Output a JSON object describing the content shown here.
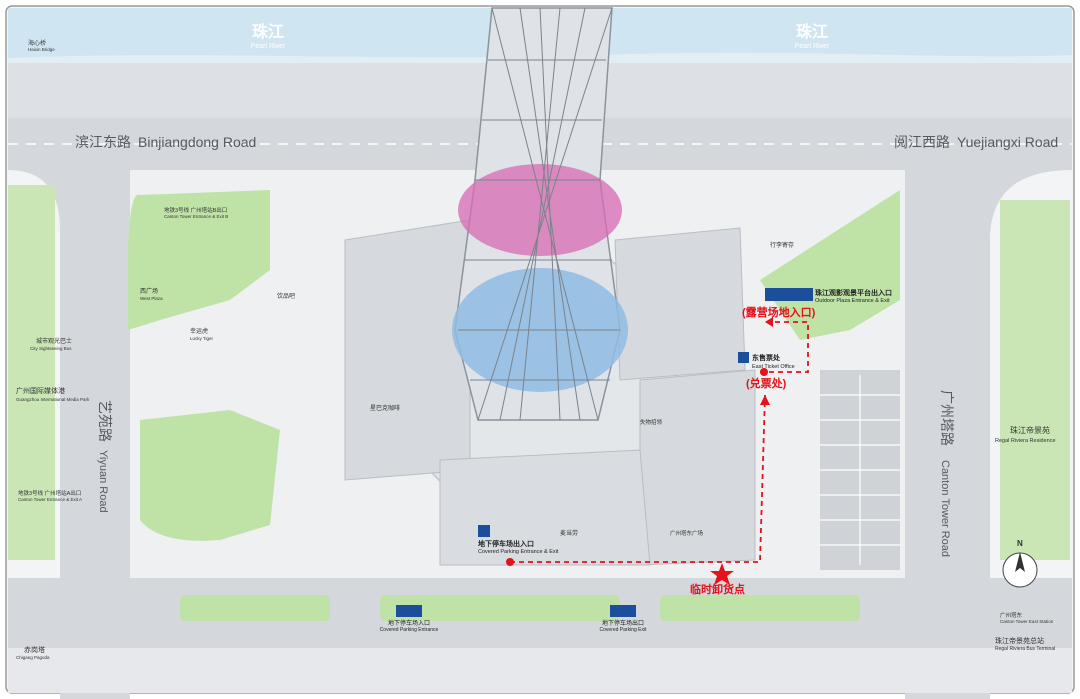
{
  "colors": {
    "river": "#cfe6f2",
    "road": "#d4d8dc",
    "plaza": "#eef0f2",
    "green": "#bfe3a6",
    "route": "#e3121b",
    "brand_teal": "#3aa7b5",
    "roof": "#cfd3d8"
  },
  "labels": {
    "river_left": {
      "zh": "珠江",
      "en": "Pearl River"
    },
    "river_right": {
      "zh": "珠江",
      "en": "Pearl River"
    },
    "road_left_top": {
      "zh": "滨江东路",
      "en": "Binjiangdong Road"
    },
    "road_right_top": {
      "zh": "阅江西路",
      "en": "Yuejiangxi Road"
    },
    "road_left_vertical": {
      "zh": "艺苑路",
      "en": "Yiyuan Road"
    },
    "road_right_vertical": {
      "zh": "广州塔路",
      "en": "Canton Tower Road"
    },
    "camping_gate": "(露营场地入口)",
    "ticket_redemption": "(兑票处)",
    "temp_loading": "临时卸货点",
    "east_ticket_office": {
      "zh": "东售票处",
      "en": "East Ticket Office"
    },
    "outdoor_plaza_entrance": {
      "zh": "珠江观影观景平台出入口",
      "en": "Outdoor Plaza Entrance & Exit"
    },
    "covered_parking": {
      "zh": "地下停车场出入口",
      "en": "Covered Parking Entrance & Exit"
    },
    "parking_entrance": {
      "zh": "地下停车场入口",
      "en": "Covered Parking Entrance"
    },
    "parking_exit": {
      "zh": "地下停车场出口",
      "en": "Covered Parking Exit"
    },
    "regal_riviera_residence": {
      "zh": "珠江帝景苑",
      "en": "Regal Riviera Residence"
    },
    "regal_riviera_bus": {
      "zh": "珠江帝景苑总站",
      "en": "Regal Riviera Bus Terminal"
    },
    "guangzhou_tower_east_station": {
      "zh": "广州塔东",
      "en": "Canton Tower East Station"
    },
    "media_park": {
      "zh": "广州国际媒体港",
      "en": "Guangzhou International Media Park"
    },
    "chigang_pagoda": {
      "zh": "赤岗塔",
      "en": "Chigang Pagoda"
    },
    "city_sightseeing_bus": {
      "zh": "城市观光巴士",
      "en": "City Sightseeing Bus"
    },
    "west_plaza": {
      "zh": "西广场",
      "en": "West Plaza"
    },
    "lucky_tiger": {
      "zh": "幸运虎",
      "en": "Lucky Tiger"
    },
    "haixin_bridge": {
      "zh": "海心桥",
      "en": "Haixin Bridge"
    },
    "canton_tower_entrance_b": {
      "zh": "地铁3号线 广州塔站B出口",
      "en": "Canton Tower Entrance & Exit B"
    },
    "canton_tower_entrance_a": {
      "zh": "地铁3号线 广州塔站A出口",
      "en": "Canton Tower Entrance & Exit A"
    },
    "drinking_bar": "饮品吧",
    "starbucks": "星巴克咖啡",
    "mcdonalds": "麦当劳",
    "east_plaza": "广州塔东广场",
    "lost_found": "失物招领",
    "left_luggage": "行李寄存",
    "compass": "N"
  }
}
